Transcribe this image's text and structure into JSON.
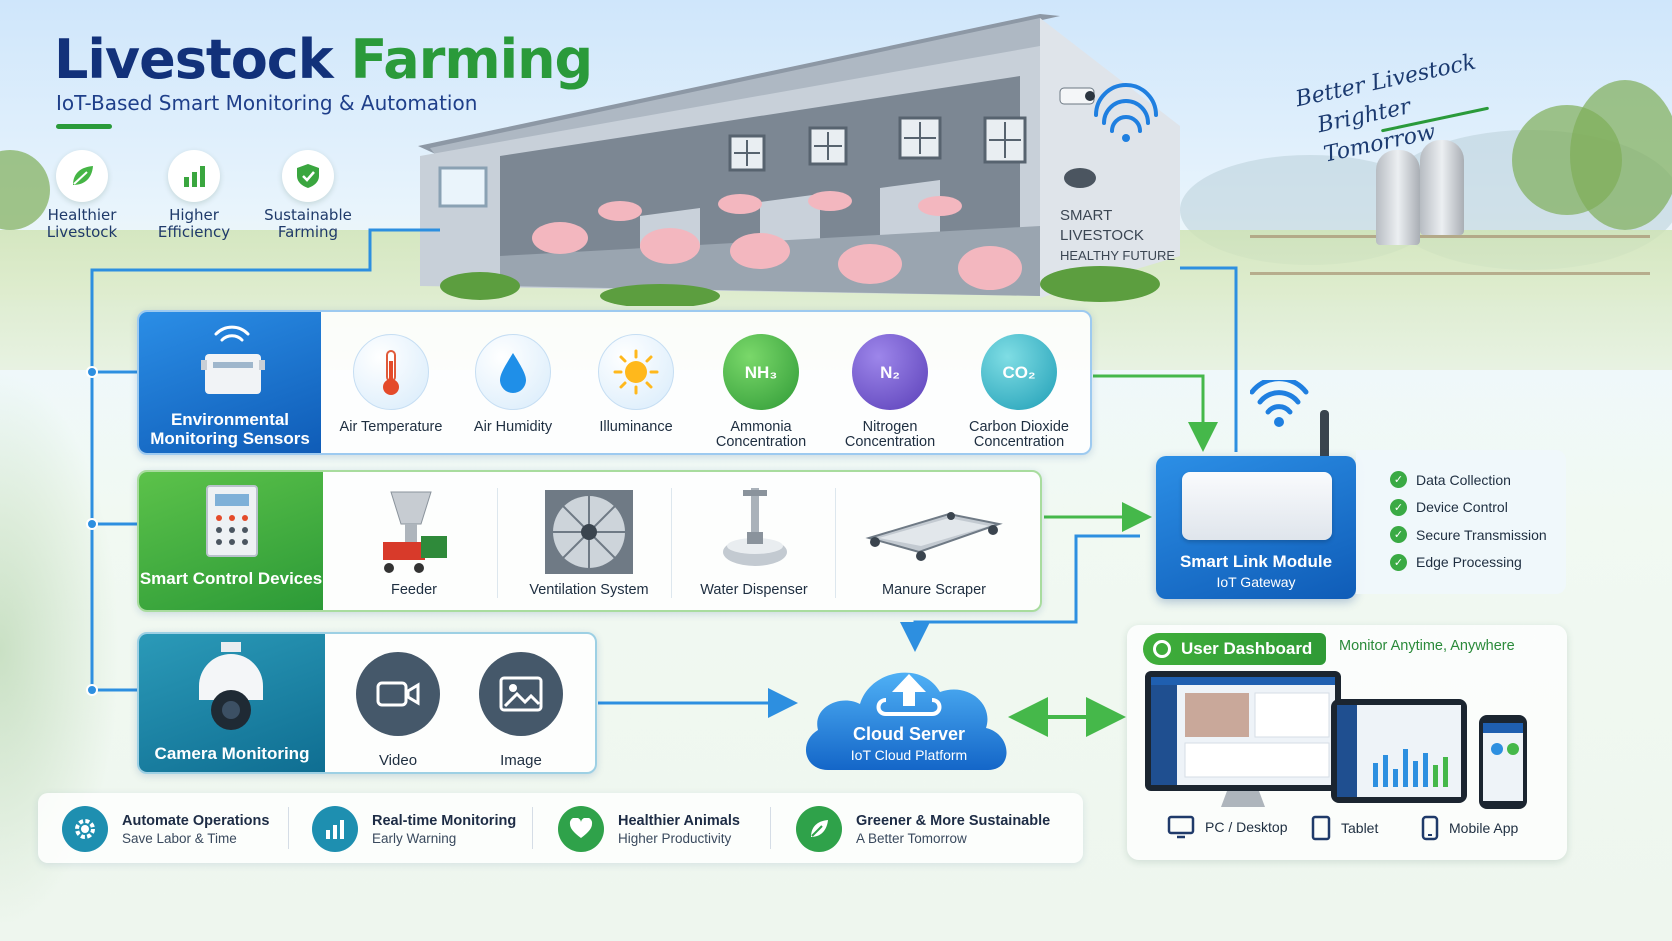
{
  "header": {
    "title_part1": "Livestock",
    "title_part2": "Farming",
    "subtitle": "IoT-Based Smart Monitoring & Automation"
  },
  "benefits_top": [
    {
      "label": "Healthier Livestock",
      "icon": "leaf-icon"
    },
    {
      "label": "Higher Efficiency",
      "icon": "bar-chart-icon"
    },
    {
      "label": "Sustainable Farming",
      "icon": "shield-check-icon"
    }
  ],
  "slogan": {
    "line1": "Better Livestock",
    "line2": "Brighter Tomorrow"
  },
  "barn_sign": {
    "line1": "SMART",
    "line2": "LIVESTOCK",
    "line3": "HEALTHY FUTURE"
  },
  "environmental": {
    "title": "Environmental Monitoring Sensors",
    "sensors": [
      {
        "label": "Air Temperature",
        "icon": "thermometer-icon"
      },
      {
        "label": "Air Humidity",
        "icon": "water-drop-icon"
      },
      {
        "label": "Illuminance",
        "icon": "sun-icon"
      },
      {
        "label": "Ammonia Concentration",
        "badge": "NH₃",
        "icon": "ammonia-cloud-icon"
      },
      {
        "label": "Nitrogen Concentration",
        "badge": "N₂",
        "icon": "nitrogen-cloud-icon"
      },
      {
        "label": "Carbon Dioxide Concentration",
        "badge": "CO₂",
        "icon": "co2-cloud-icon"
      }
    ]
  },
  "control": {
    "title": "Smart Control Devices",
    "devices": [
      {
        "label": "Feeder",
        "icon": "feeder-icon"
      },
      {
        "label": "Ventilation System",
        "icon": "fan-icon"
      },
      {
        "label": "Water Dispenser",
        "icon": "water-dispenser-icon"
      },
      {
        "label": "Manure Scraper",
        "icon": "manure-scraper-icon"
      }
    ]
  },
  "camera": {
    "title": "Camera Monitoring",
    "items": [
      {
        "label": "Video",
        "icon": "video-camera-icon"
      },
      {
        "label": "Image",
        "icon": "image-icon"
      }
    ]
  },
  "gateway": {
    "title": "Smart Link Module",
    "subtitle": "IoT Gateway",
    "features": [
      "Data Collection",
      "Device Control",
      "Secure Transmission",
      "Edge Processing"
    ]
  },
  "cloud": {
    "title": "Cloud Server",
    "subtitle": "IoT Cloud Platform"
  },
  "dashboard": {
    "title": "User Dashboard",
    "subtitle": "Monitor Anytime, Anywhere",
    "devices": [
      {
        "label": "PC / Desktop",
        "icon": "monitor-icon"
      },
      {
        "label": "Tablet",
        "icon": "tablet-icon"
      },
      {
        "label": "Mobile App",
        "icon": "phone-icon"
      }
    ]
  },
  "bottom_benefits": [
    {
      "title": "Automate Operations",
      "sub": "Save Labor & Time",
      "icon": "gear-icon",
      "color": "#1e8fb0"
    },
    {
      "title": "Real-time Monitoring",
      "sub": "Early Warning",
      "icon": "bar-chart-icon",
      "color": "#1e8fb0"
    },
    {
      "title": "Healthier Animals",
      "sub": "Higher Productivity",
      "icon": "heart-icon",
      "color": "#2fa24a"
    },
    {
      "title": "Greener & More Sustainable",
      "sub": "A Better Tomorrow",
      "icon": "leaf-icon",
      "color": "#2fa24a"
    }
  ],
  "colors": {
    "primary_blue": "#1560c0",
    "primary_green": "#2a9a3a",
    "connector_blue": "#2d8fe0",
    "connector_green": "#45b84a"
  }
}
